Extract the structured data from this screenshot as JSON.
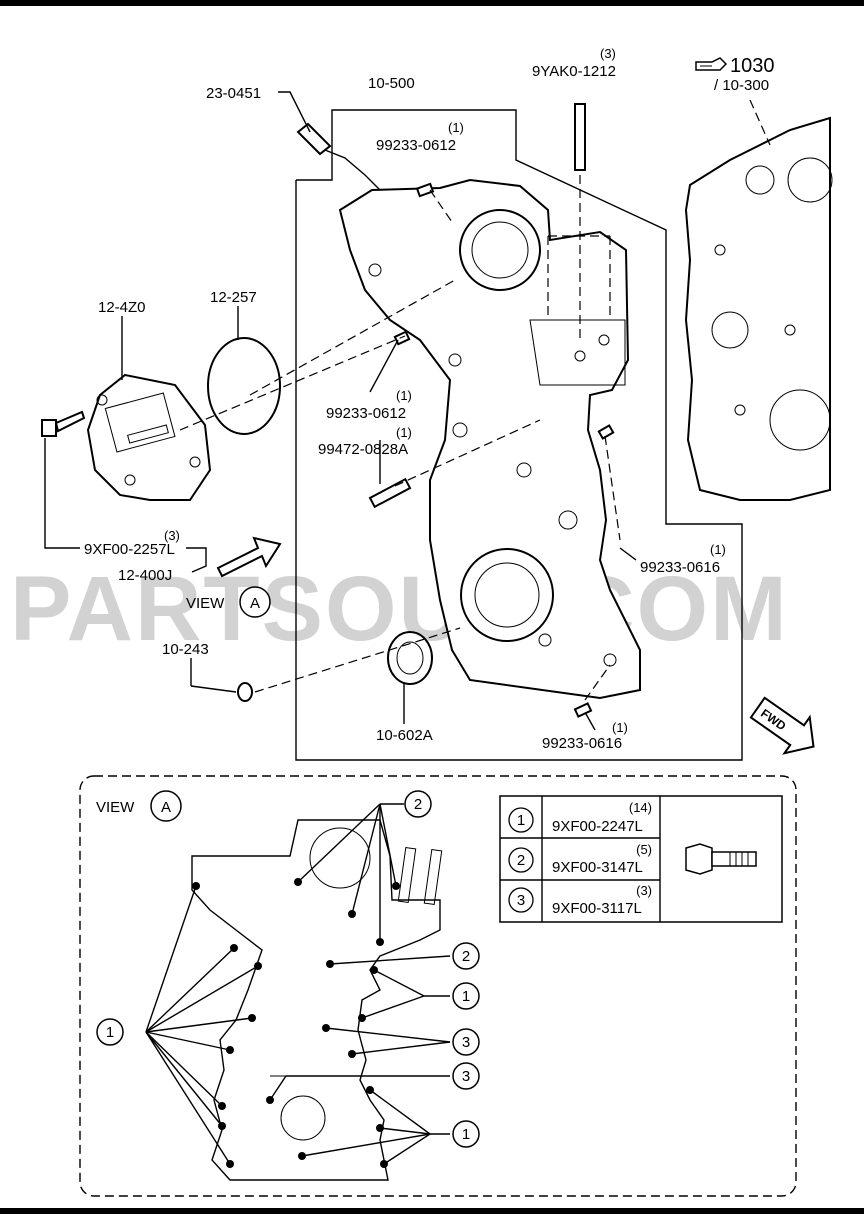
{
  "watermark": "PARTSOUQ.COM",
  "callouts": {
    "sensor": "23-0451",
    "cover": "10-500",
    "stud_qty": "(3)",
    "stud": "9YAK0-1212",
    "ref_num": "1030",
    "ref_sub": "/ 10-300",
    "pin_top_qty": "(1)",
    "pin_top": "99233-0612",
    "pump": "12-4Z0",
    "gasket": "12-257",
    "pin_mid_qty": "(1)",
    "pin_mid": "99233-0612",
    "dowel_qty": "(1)",
    "dowel": "99472-0828A",
    "bolt_qty": "(3)",
    "bolt": "9XF00-2257L",
    "assy": "12-400J",
    "view_word": "VIEW",
    "view_letter": "A",
    "pin_right_qty": "(1)",
    "pin_right": "99233-0616",
    "washer": "10-243",
    "seal": "10-602A",
    "pin_bottom_qty": "(1)",
    "pin_bottom": "99233-0616",
    "fwd": "FWD"
  },
  "view_a": {
    "title_word": "VIEW",
    "title_letter": "A",
    "markers": [
      "1",
      "2",
      "2",
      "1",
      "3",
      "3",
      "1"
    ]
  },
  "legend": [
    {
      "num": "1",
      "qty": "(14)",
      "part": "9XF00-2247L"
    },
    {
      "num": "2",
      "qty": "(5)",
      "part": "9XF00-3147L"
    },
    {
      "num": "3",
      "qty": "(3)",
      "part": "9XF00-3117L"
    }
  ],
  "icons": [
    "hand-pointer-icon",
    "bolt-icon",
    "fwd-arrow-icon",
    "view-arrow-icon"
  ]
}
